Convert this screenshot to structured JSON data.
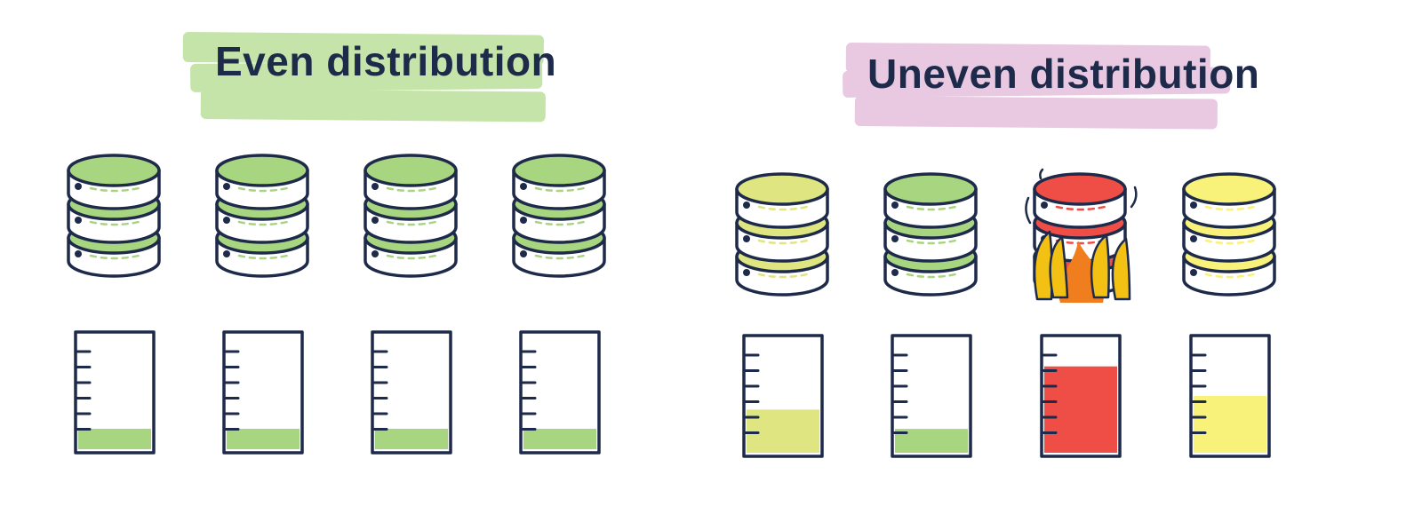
{
  "colors": {
    "outline": "#1e2a4a",
    "green": "#a8d57f",
    "lime": "#dfe580",
    "red": "#ef4e46",
    "yellow": "#f9f27a",
    "flame_yellow": "#f3c114",
    "flame_orange": "#f07e1e",
    "even_highlight": "#c5e4a9",
    "uneven_highlight": "#e9c8e2"
  },
  "panels": [
    {
      "title": "Even distribution",
      "highlight": "even_highlight",
      "nodes": [
        {
          "color": "green",
          "fill_level": 0.18,
          "on_fire": false
        },
        {
          "color": "green",
          "fill_level": 0.18,
          "on_fire": false
        },
        {
          "color": "green",
          "fill_level": 0.18,
          "on_fire": false
        },
        {
          "color": "green",
          "fill_level": 0.18,
          "on_fire": false
        }
      ]
    },
    {
      "title": "Uneven distribution",
      "highlight": "uneven_highlight",
      "nodes": [
        {
          "color": "lime",
          "fill_level": 0.38,
          "on_fire": false
        },
        {
          "color": "green",
          "fill_level": 0.21,
          "on_fire": false
        },
        {
          "color": "red",
          "fill_level": 0.76,
          "on_fire": true
        },
        {
          "color": "yellow",
          "fill_level": 0.5,
          "on_fire": false
        }
      ]
    }
  ]
}
